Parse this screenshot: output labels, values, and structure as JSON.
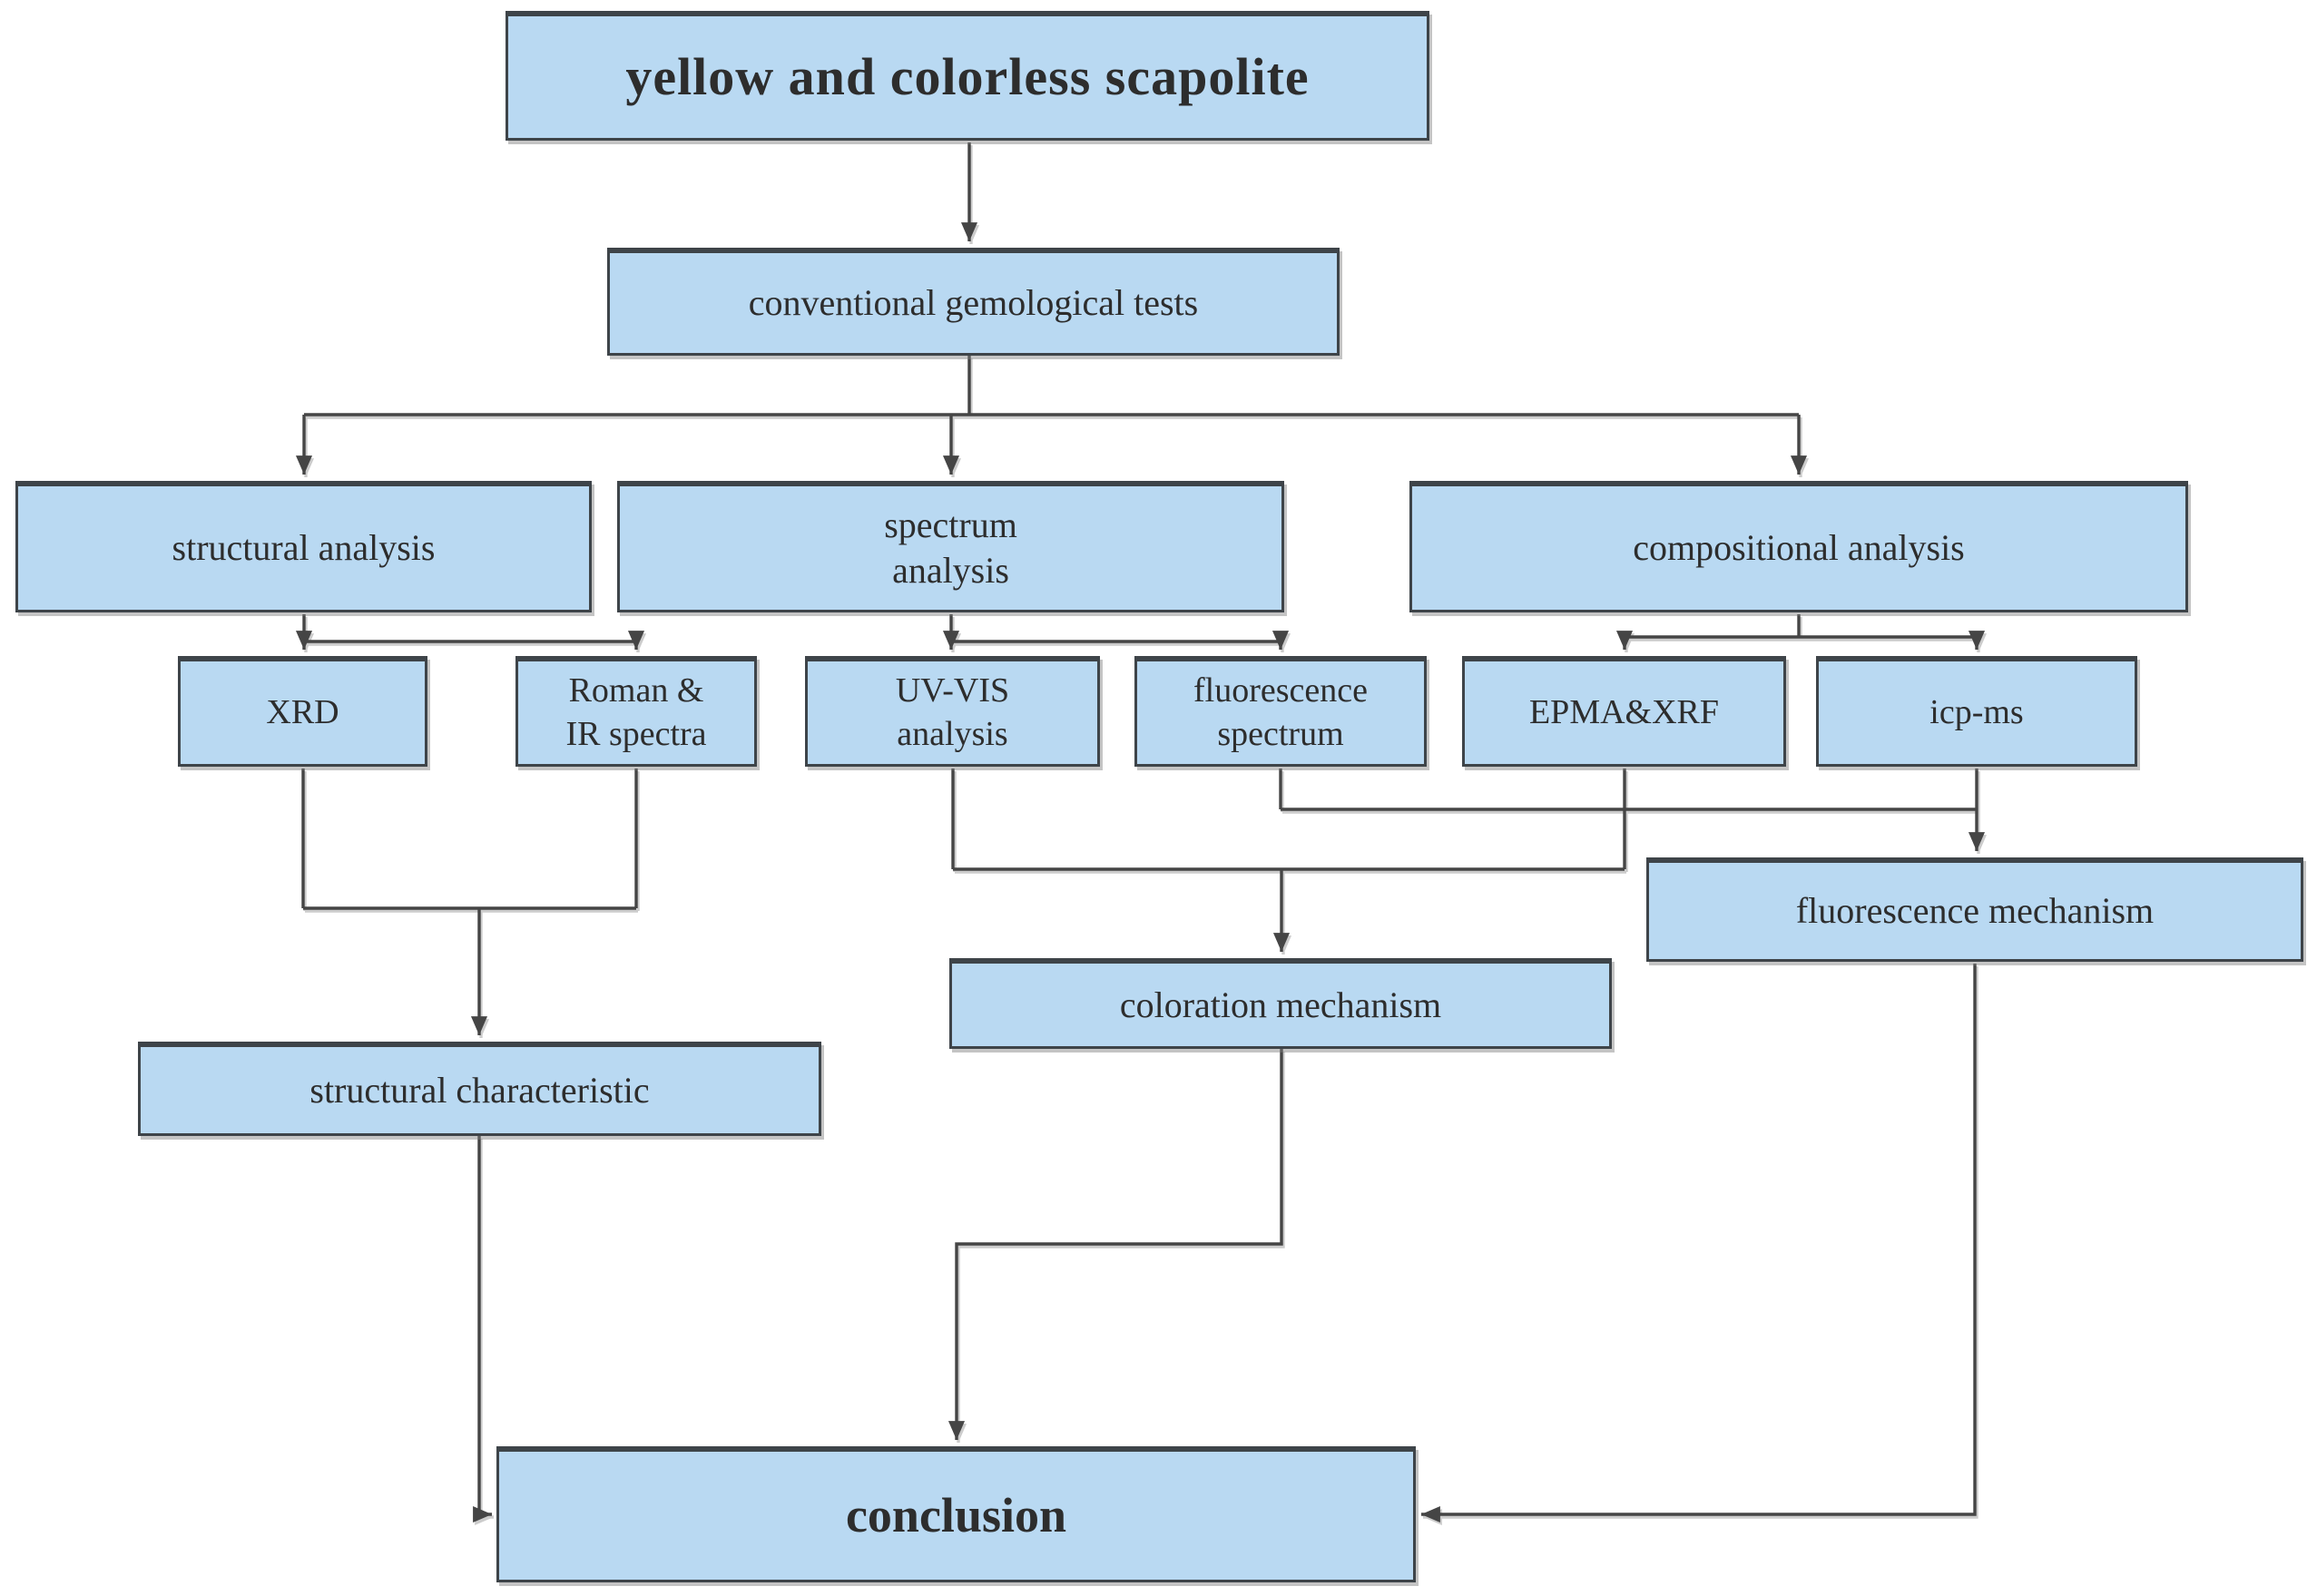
{
  "theme": {
    "background": "#ffffff",
    "box_fill": "#b9d9f2",
    "box_border": "#3e4449",
    "line_color": "#454545",
    "text_color": "#2d2d2d"
  },
  "nodes": {
    "title": {
      "label": "yellow and colorless scapolite"
    },
    "conventional_tests": {
      "label": "conventional gemological tests"
    },
    "structural_analysis": {
      "label": "structural analysis"
    },
    "spectrum_analysis": {
      "label": "spectrum\nanalysis"
    },
    "compositional_analysis": {
      "label": "compositional analysis"
    },
    "xrd": {
      "label": "XRD"
    },
    "roman_ir": {
      "label": "Roman &\nIR spectra"
    },
    "uv_vis": {
      "label": "UV-VIS\nanalysis"
    },
    "fluorescence_spectrum": {
      "label": "fluorescence\nspectrum"
    },
    "epma_xrf": {
      "label": "EPMA&XRF"
    },
    "icp_ms": {
      "label": "icp-ms"
    },
    "fluorescence_mechanism": {
      "label": "fluorescence mechanism"
    },
    "coloration_mechanism": {
      "label": "coloration mechanism"
    },
    "structural_characteristic": {
      "label": "structural characteristic"
    },
    "conclusion": {
      "label": "conclusion"
    }
  }
}
